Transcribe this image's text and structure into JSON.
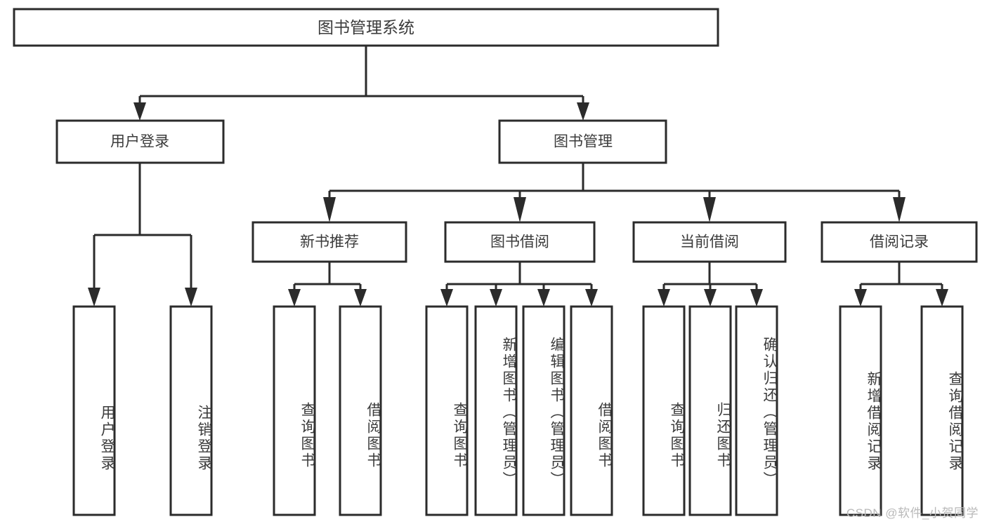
{
  "diagram": {
    "type": "tree",
    "title": "图书管理系统",
    "watermark": "CSDN @软件_小贺同学",
    "colors": {
      "stroke": "#2b2b2b",
      "box_fill": "#ffffff",
      "text": "#3b3b3b",
      "background": "#ffffff",
      "watermark": "#b9b9b9"
    },
    "nodes": {
      "root": {
        "label": "图书管理系统",
        "level": 1
      },
      "l2_user_login": {
        "label": "用户登录",
        "level": 2
      },
      "l2_book_mgmt": {
        "label": "图书管理",
        "level": 2
      },
      "l3_new_book_rec": {
        "label": "新书推荐",
        "level": 3
      },
      "l3_book_borrow": {
        "label": "图书借阅",
        "level": 3
      },
      "l3_current_borrow": {
        "label": "当前借阅",
        "level": 3
      },
      "l3_borrow_record": {
        "label": "借阅记录",
        "level": 3
      },
      "leaf_user_login": {
        "label": "用户登录",
        "level": 4
      },
      "leaf_logout": {
        "label": "注销登录",
        "level": 4
      },
      "leaf_query_book_a": {
        "label": "查询图书",
        "level": 4
      },
      "leaf_borrow_book_a": {
        "label": "借阅图书",
        "level": 4
      },
      "leaf_query_book_b": {
        "label": "查询图书",
        "level": 4
      },
      "leaf_add_book": {
        "label": "新增图书（管理员）",
        "level": 4
      },
      "leaf_edit_book": {
        "label": "编辑图书（管理员）",
        "level": 4
      },
      "leaf_borrow_book_b": {
        "label": "借阅图书",
        "level": 4
      },
      "leaf_query_book_c": {
        "label": "查询图书",
        "level": 4
      },
      "leaf_return_book": {
        "label": "归还图书",
        "level": 4
      },
      "leaf_confirm_return": {
        "label": "确认归还（管理员）",
        "level": 4
      },
      "leaf_add_record": {
        "label": "新增借阅记录",
        "level": 4
      },
      "leaf_query_record": {
        "label": "查询借阅记录",
        "level": 4
      }
    },
    "edges": [
      {
        "from": "root",
        "to": "l2_user_login"
      },
      {
        "from": "root",
        "to": "l2_book_mgmt"
      },
      {
        "from": "l2_user_login",
        "to": "leaf_user_login"
      },
      {
        "from": "l2_user_login",
        "to": "leaf_logout"
      },
      {
        "from": "l2_book_mgmt",
        "to": "l3_new_book_rec"
      },
      {
        "from": "l2_book_mgmt",
        "to": "l3_book_borrow"
      },
      {
        "from": "l2_book_mgmt",
        "to": "l3_current_borrow"
      },
      {
        "from": "l2_book_mgmt",
        "to": "l3_borrow_record"
      },
      {
        "from": "l3_new_book_rec",
        "to": "leaf_query_book_a"
      },
      {
        "from": "l3_new_book_rec",
        "to": "leaf_borrow_book_a"
      },
      {
        "from": "l3_book_borrow",
        "to": "leaf_query_book_b"
      },
      {
        "from": "l3_book_borrow",
        "to": "leaf_add_book"
      },
      {
        "from": "l3_book_borrow",
        "to": "leaf_edit_book"
      },
      {
        "from": "l3_book_borrow",
        "to": "leaf_borrow_book_b"
      },
      {
        "from": "l3_current_borrow",
        "to": "leaf_query_book_c"
      },
      {
        "from": "l3_current_borrow",
        "to": "leaf_return_book"
      },
      {
        "from": "l3_current_borrow",
        "to": "leaf_confirm_return"
      },
      {
        "from": "l3_borrow_record",
        "to": "leaf_add_record"
      },
      {
        "from": "l3_borrow_record",
        "to": "leaf_query_record"
      }
    ]
  }
}
